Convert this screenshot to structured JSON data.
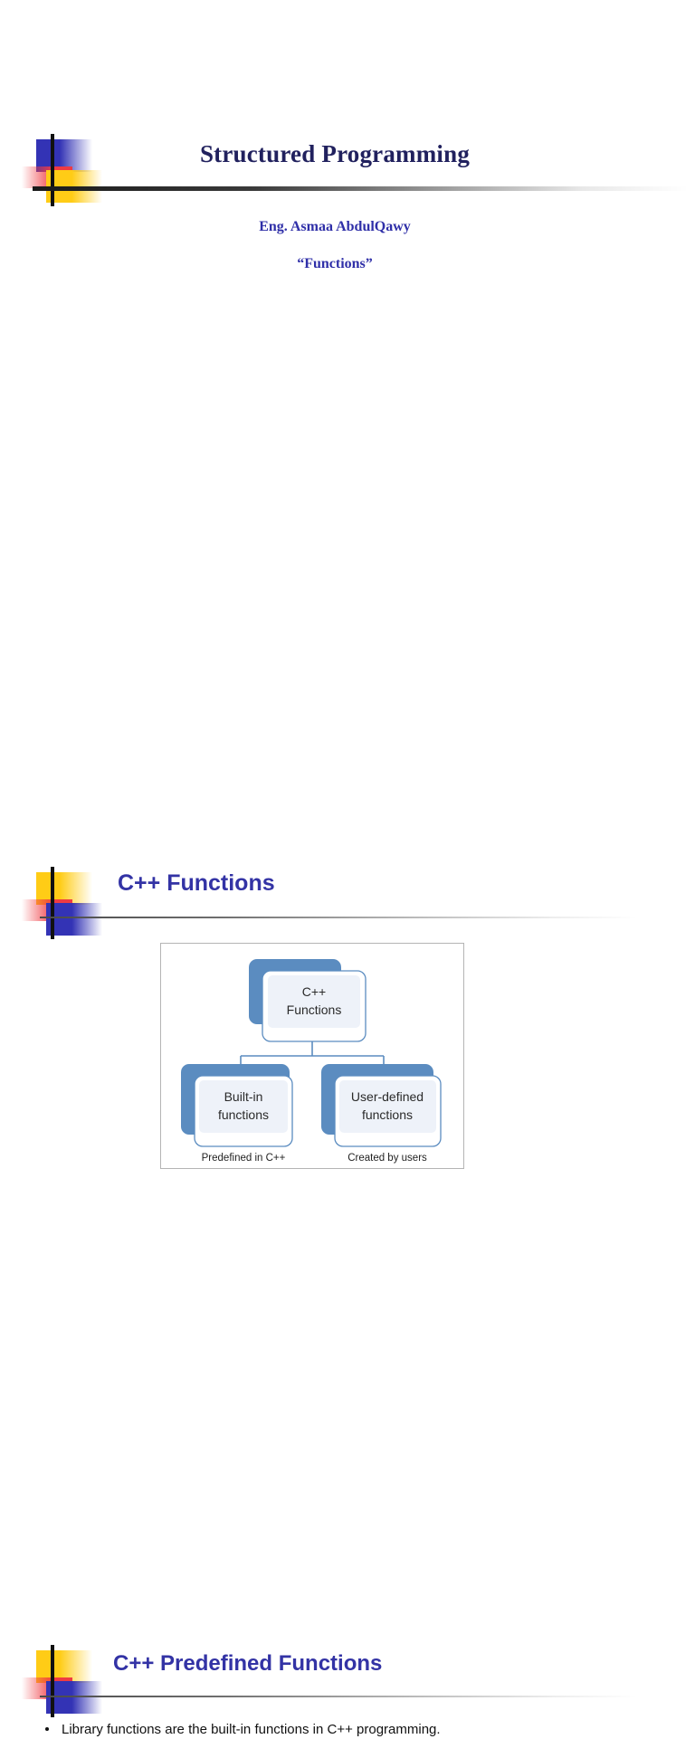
{
  "document": {
    "title": "Structured Programming",
    "presenter": "Eng. Asmaa AbdulQawy",
    "topic": "“Functions”"
  },
  "slides": [
    {
      "id": "title",
      "heading": "Structured Programming",
      "presenter": "Eng. Asmaa AbdulQawy",
      "topic": "“Functions”"
    },
    {
      "id": "cpp-functions",
      "heading": "C++ Functions"
    },
    {
      "id": "cpp-predefined-functions",
      "heading": "C++ Predefined Functions",
      "bullets": [
        "Library functions are the built-in functions in C++ programming."
      ]
    }
  ],
  "diagram": {
    "root": {
      "line1": "C++",
      "line2": "Functions"
    },
    "children": [
      {
        "line1": "Built-in",
        "line2": "functions",
        "caption": "Predefined in C++"
      },
      {
        "line1": "User-defined",
        "line2": "functions",
        "caption": "Created by users"
      }
    ]
  },
  "colors": {
    "title_navy": "#21215e",
    "subtitle_blue": "#2f2fa8",
    "heading_blue": "#3333a5",
    "deco_blue": "#3333b5",
    "deco_red": "#ef3b42",
    "deco_yellow": "#ffcc16",
    "node_blue": "#5b8cc0",
    "node_border_blue": "#5b8cc0",
    "node_fill": "#eef2f9",
    "frame_gray": "#b4b4b4"
  }
}
